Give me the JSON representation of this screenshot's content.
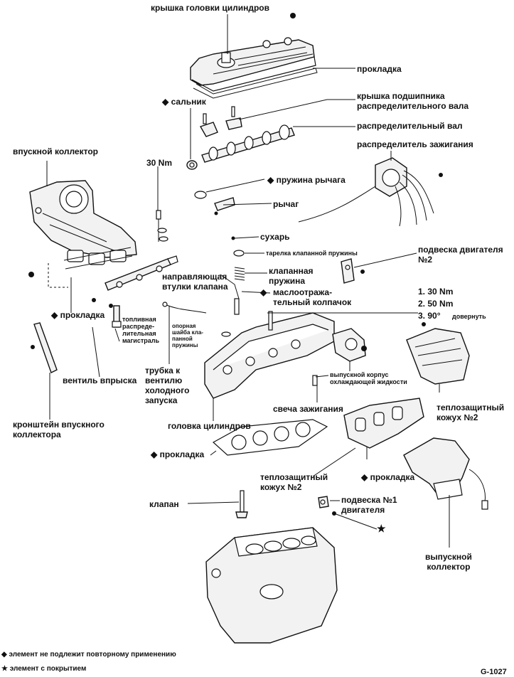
{
  "labels": {
    "cylinder_head_cover": "крышка головки цилиндров",
    "gasket_cover": "прокладка",
    "camshaft_bearing_cap": "крышка подшипника\nраспределительного вала",
    "oil_seal": "сальник",
    "camshaft": "распределительный вал",
    "intake_manifold": "впускной коллектор",
    "distributor": "распределитель зажигания",
    "torque_30": "30 Nm",
    "rocker_spring": "пружина рычага",
    "rocker_arm": "рычаг",
    "valve_keeper": "сухарь",
    "valve_spring_retainer": "тарелка клапанной пружины",
    "engine_hanger_2": "подвеска двигателя\n№2",
    "valve_guide_bushing": "направляющая\nвтулки клапана",
    "valve_spring": "клапанная\nпружина",
    "valve_stem_seal": "маслоотража-\nтельный колпачок",
    "gasket_intake": "прокладка",
    "fuel_delivery_pipe": "топливная\nраспреде-\nлительная\nмагистраль",
    "spring_seat": "опорная\nшайба кла-\nпанной\nпружины",
    "torque_steps": "1. 30 Nm\n2. 50 Nm\n3. 90°",
    "tighten_more": "довернуть",
    "heat_insulator_2_right": "теплозащитный\nкожух №2",
    "cold_start_injector_tube": "трубка к\nвентилю\nхолодного\nзапуска",
    "injector": "вентиль впрыска",
    "water_outlet": "выпускной корпус\nохлаждающей жидкости",
    "spark_plug": "свеча зажигания",
    "intake_manifold_stay": "кронштейн впускного\nколлектора",
    "cylinder_head": "головка цилиндров",
    "head_gasket": "прокладка",
    "heat_insulator_2": "теплозащитный\nкожух №2",
    "exhaust_gasket": "прокладка",
    "valve": "клапан",
    "engine_hanger_1": "подвеска №1\nдвигателя",
    "exhaust_manifold": "выпускной\nколлектор",
    "figure_code": "G-1027"
  },
  "legend": [
    {
      "symbol": "◆",
      "text": "элемент не подлежит повторному применению"
    },
    {
      "symbol": "★",
      "text": "элемент с покрытием"
    }
  ],
  "colors": {
    "ink": "#111111",
    "paper": "#ffffff",
    "metal": "#f2f2f2"
  }
}
